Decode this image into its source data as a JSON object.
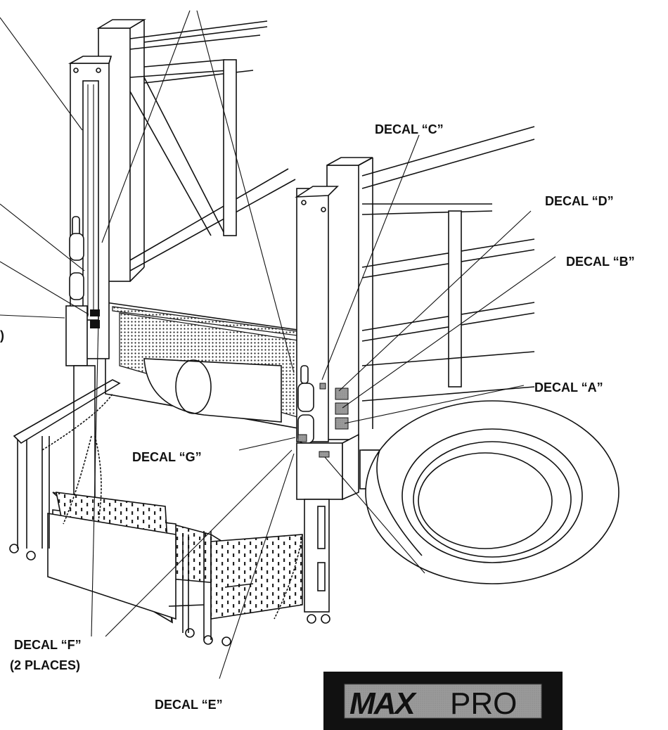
{
  "callouts": {
    "decal_a": "DECAL “A”",
    "decal_b": "DECAL “B”",
    "decal_c": "DECAL “C”",
    "decal_d": "DECAL “D”",
    "decal_e": "DECAL “E”",
    "decal_f": "DECAL “F”",
    "decal_f_note": "(2 PLACES)",
    "decal_g": "DECAL “G”",
    "cut_off_note": ")"
  },
  "logo": {
    "text_bold": "MAX",
    "text_light": "PRO"
  }
}
